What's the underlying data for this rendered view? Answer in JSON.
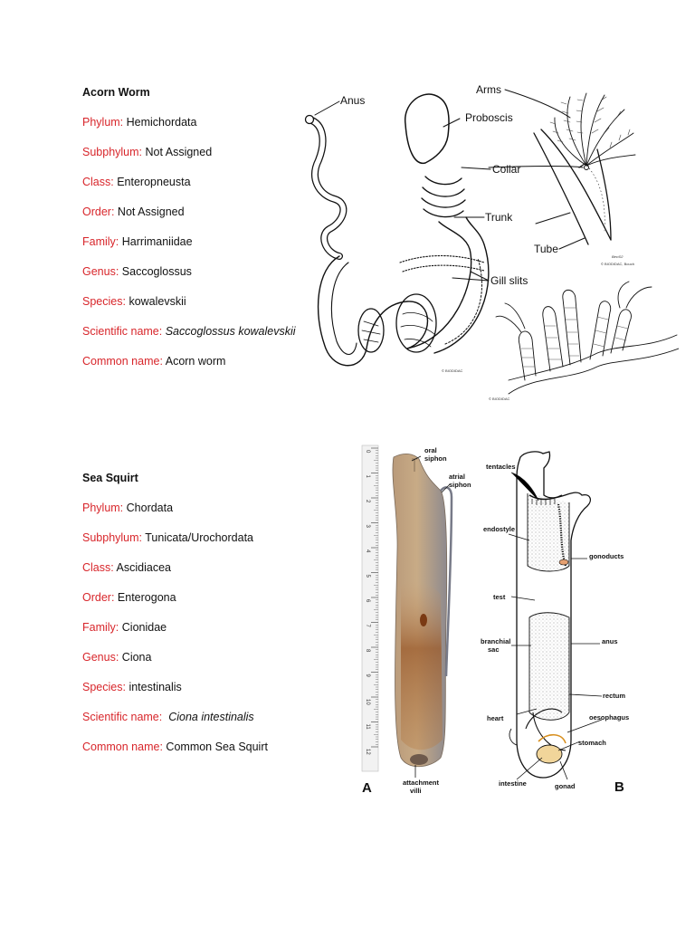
{
  "sections": [
    {
      "title": "Acorn Worm",
      "rows": [
        {
          "key": "Phylum:",
          "value": "Hemichordata"
        },
        {
          "key": "Subphylum:",
          "value": "Not Assigned"
        },
        {
          "key": "Class:",
          "value": "Enteropneusta"
        },
        {
          "key": "Order:",
          "value": "Not Assigned"
        },
        {
          "key": "Family:",
          "value": "Harrimaniidae"
        },
        {
          "key": "Genus:",
          "value": "Saccoglossus"
        },
        {
          "key": "Species:",
          "value": "kowalevskii"
        },
        {
          "key": "Scientific name:",
          "value": "Saccoglossus kowalevskii"
        },
        {
          "key": "Common name:",
          "value": "Acorn worm"
        }
      ]
    },
    {
      "title": "Sea Squirt",
      "rows": [
        {
          "key": "Phylum:",
          "value": "Chordata"
        },
        {
          "key": "Subphylum:",
          "value": "Tunicata/Urochordata"
        },
        {
          "key": "Class:",
          "value": "Ascidiacea"
        },
        {
          "key": "Order:",
          "value": "Enterogona"
        },
        {
          "key": "Family:",
          "value": "Cionidae"
        },
        {
          "key": "Genus:",
          "value": "Ciona"
        },
        {
          "key": "Species:",
          "value": "intestinalis"
        },
        {
          "key": "Scientific name:",
          "value": "Ciona intestinalis"
        },
        {
          "key": "Common name:",
          "value": "Common Sea Squirt"
        }
      ]
    }
  ],
  "figure_acorn": {
    "labels": {
      "anus": "Anus",
      "arms": "Arms",
      "proboscis": "Proboscis",
      "collar": "Collar",
      "trunk": "Trunk",
      "tube": "Tube",
      "gill_slits": "Gill slits"
    },
    "credits": {
      "main": "© BIODIDAC",
      "arms": "© BIODIDAC, Bouch",
      "signature": "Bec/02",
      "small": "© BIODIDAC"
    }
  },
  "figure_ciona": {
    "panel_a": "A",
    "panel_b": "B",
    "labels_a": {
      "oral_siphon": [
        "oral",
        "siphon"
      ],
      "atrial_siphon": [
        "atrial",
        "siphon"
      ],
      "attachment_villi": [
        "attachment",
        "villi"
      ]
    },
    "labels_b": {
      "tentacles": "tentacles",
      "endostyle": "endostyle",
      "gonoducts": "gonoducts",
      "test": "test",
      "branchial_sac": [
        "branchial",
        "sac"
      ],
      "anus": "anus",
      "rectum": "rectum",
      "heart": "heart",
      "oesophagus": "oesophagus",
      "stomach": "stomach",
      "intestine": "intestine",
      "gonad": "gonad"
    },
    "ruler_ticks": [
      "0",
      "1",
      "2",
      "3",
      "4",
      "5",
      "6",
      "7",
      "8",
      "9",
      "10",
      "11",
      "12"
    ]
  }
}
